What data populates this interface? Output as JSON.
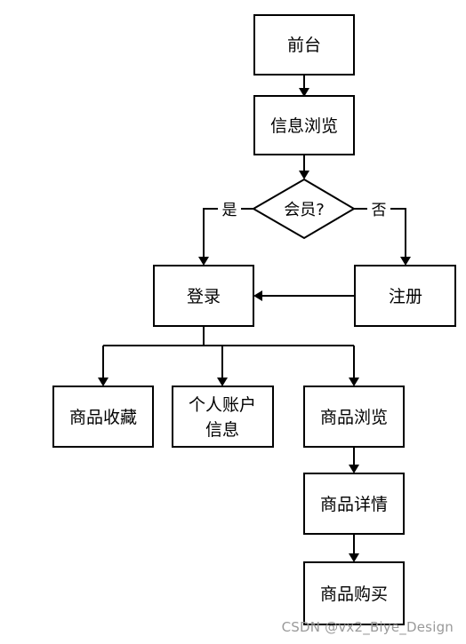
{
  "diagram": {
    "nodes": {
      "frontend": "前台",
      "browse_info": "信息浏览",
      "member_question": "会员?",
      "login": "登录",
      "register": "注册",
      "favorites": "商品收藏",
      "account_line1": "个人账户",
      "account_line2": "信息",
      "product_browse": "商品浏览",
      "product_detail": "商品详情",
      "product_buy": "商品购买"
    },
    "edge_labels": {
      "yes": "是",
      "no": "否"
    }
  },
  "watermark": "CSDN @vx2_Biye_Design"
}
